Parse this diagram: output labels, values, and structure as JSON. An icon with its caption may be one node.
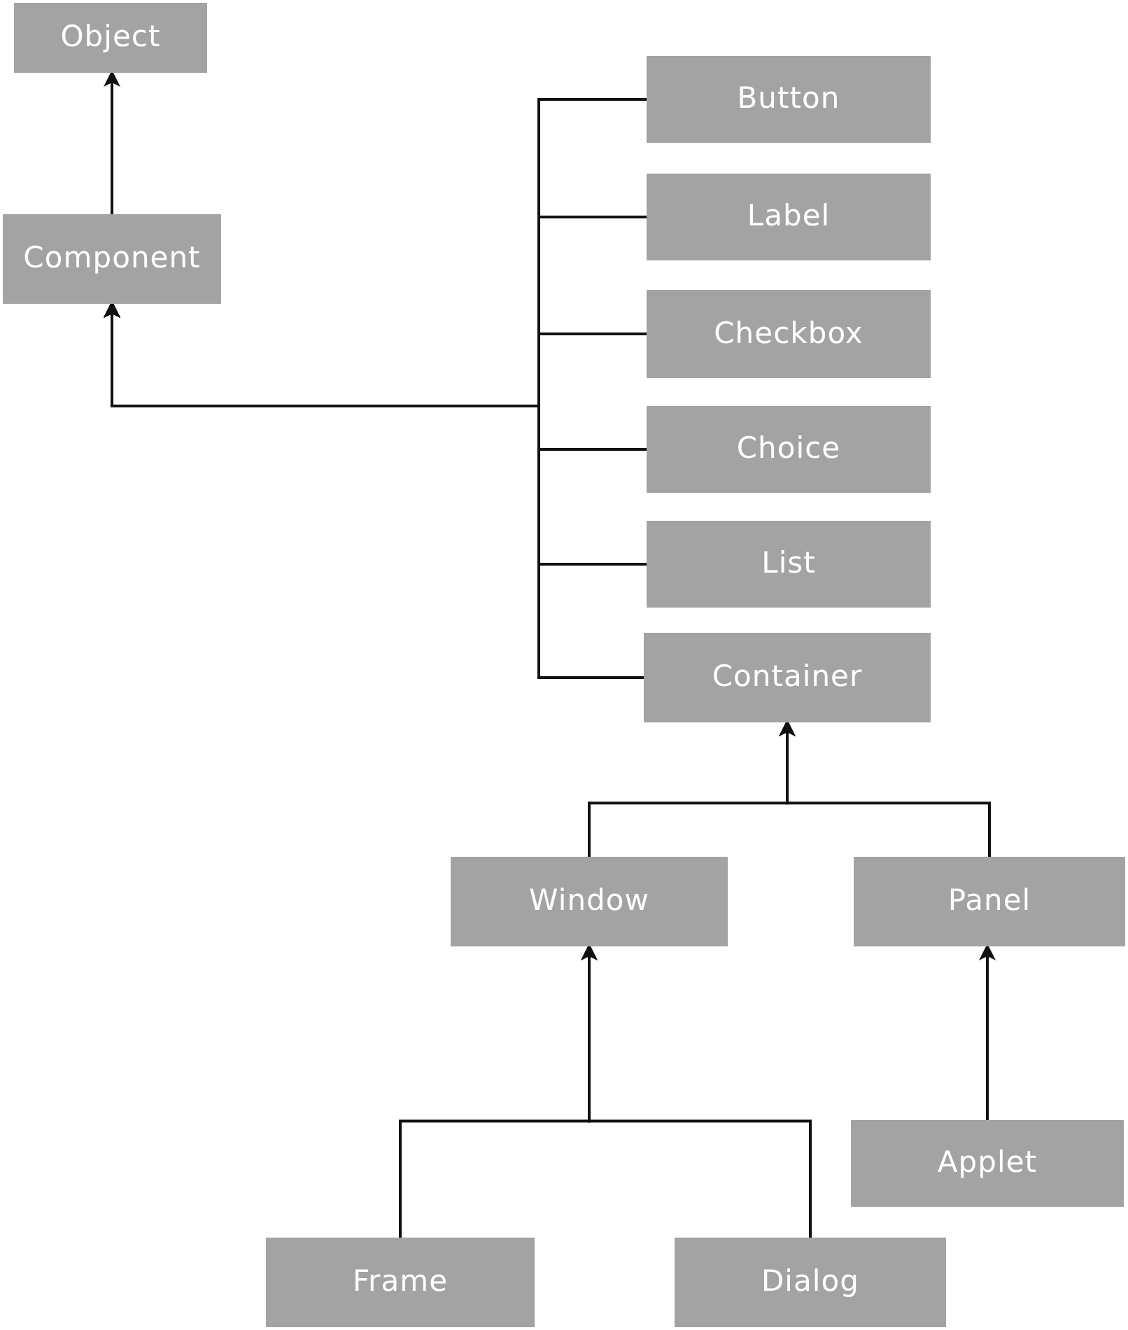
{
  "diagram": {
    "nodes": [
      {
        "text": [
          "Object"
        ]
      },
      {
        "text": [
          "Component"
        ]
      },
      {
        "text": [
          "Button"
        ]
      },
      {
        "text": [
          "Label"
        ]
      },
      {
        "text": [
          "Checkbox"
        ]
      },
      {
        "text": [
          "Choice"
        ]
      },
      {
        "text": [
          "List"
        ]
      },
      {
        "text": [
          "Container"
        ]
      },
      {
        "text": [
          "Window"
        ]
      },
      {
        "text": [
          "Panel"
        ]
      },
      {
        "text": [
          "Applet"
        ]
      },
      {
        "text": [
          "Frame"
        ]
      },
      {
        "text": [
          "Dialog"
        ]
      }
    ],
    "edges": [
      {
        "from": 1,
        "to": 0,
        "arrow": "to"
      },
      {
        "from": 2,
        "to": 1,
        "arrow": "to"
      },
      {
        "from": 3,
        "to": 1,
        "arrow": "to"
      },
      {
        "from": 4,
        "to": 1,
        "arrow": "to"
      },
      {
        "from": 5,
        "to": 1,
        "arrow": "to"
      },
      {
        "from": 6,
        "to": 1,
        "arrow": "to"
      },
      {
        "from": 7,
        "to": 1,
        "arrow": "to"
      },
      {
        "from": 8,
        "to": 7,
        "arrow": "to"
      },
      {
        "from": 9,
        "to": 7,
        "arrow": "to"
      },
      {
        "from": 10,
        "to": 9,
        "arrow": "to"
      },
      {
        "from": 11,
        "to": 8,
        "arrow": "to"
      },
      {
        "from": 12,
        "to": 8,
        "arrow": "to"
      }
    ]
  }
}
